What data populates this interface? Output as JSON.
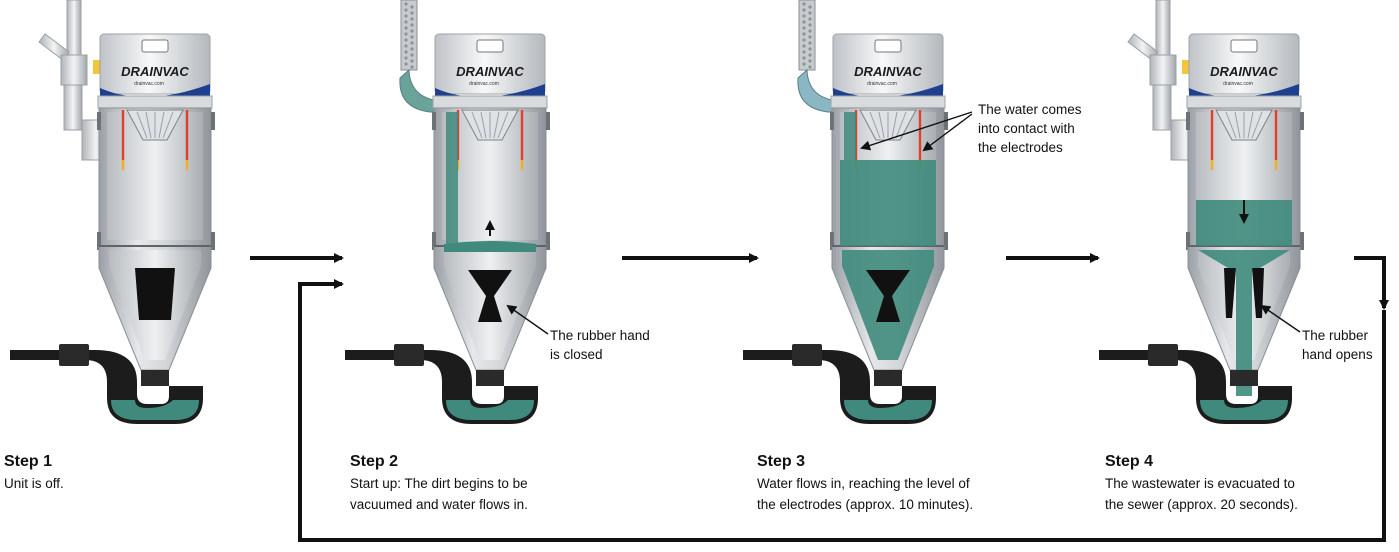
{
  "brand": {
    "name": "DRAINVAC",
    "url": "drainvac.com"
  },
  "colors": {
    "water": "#3f8a7c",
    "water_light": "#6fb3a6",
    "body": "#c9ccd0",
    "body_dark": "#8e9399",
    "pipe": "#1c1c1c",
    "electrode": "#e0402a",
    "electrode_tip": "#f0b020",
    "arrow": "#111111"
  },
  "steps": [
    {
      "title": "Step 1",
      "lines": [
        "Unit is off."
      ]
    },
    {
      "title": "Step 2",
      "lines": [
        "Start up: The dirt begins to be",
        "vacuumed and water flows in."
      ]
    },
    {
      "title": "Step 3",
      "lines": [
        "Water flows in, reaching the level of",
        "the electrodes (approx. 10 minutes)."
      ]
    },
    {
      "title": "Step 4",
      "lines": [
        "The wastewater is evacuated to",
        "the sewer (approx. 20 seconds)."
      ]
    }
  ],
  "annotations": {
    "rubber_hand_closed": [
      "The rubber hand",
      "is closed"
    ],
    "electrodes": [
      "The water comes",
      "into contact with",
      "the electrodes"
    ],
    "rubber_hand_opens": [
      "The rubber",
      "hand opens"
    ]
  }
}
